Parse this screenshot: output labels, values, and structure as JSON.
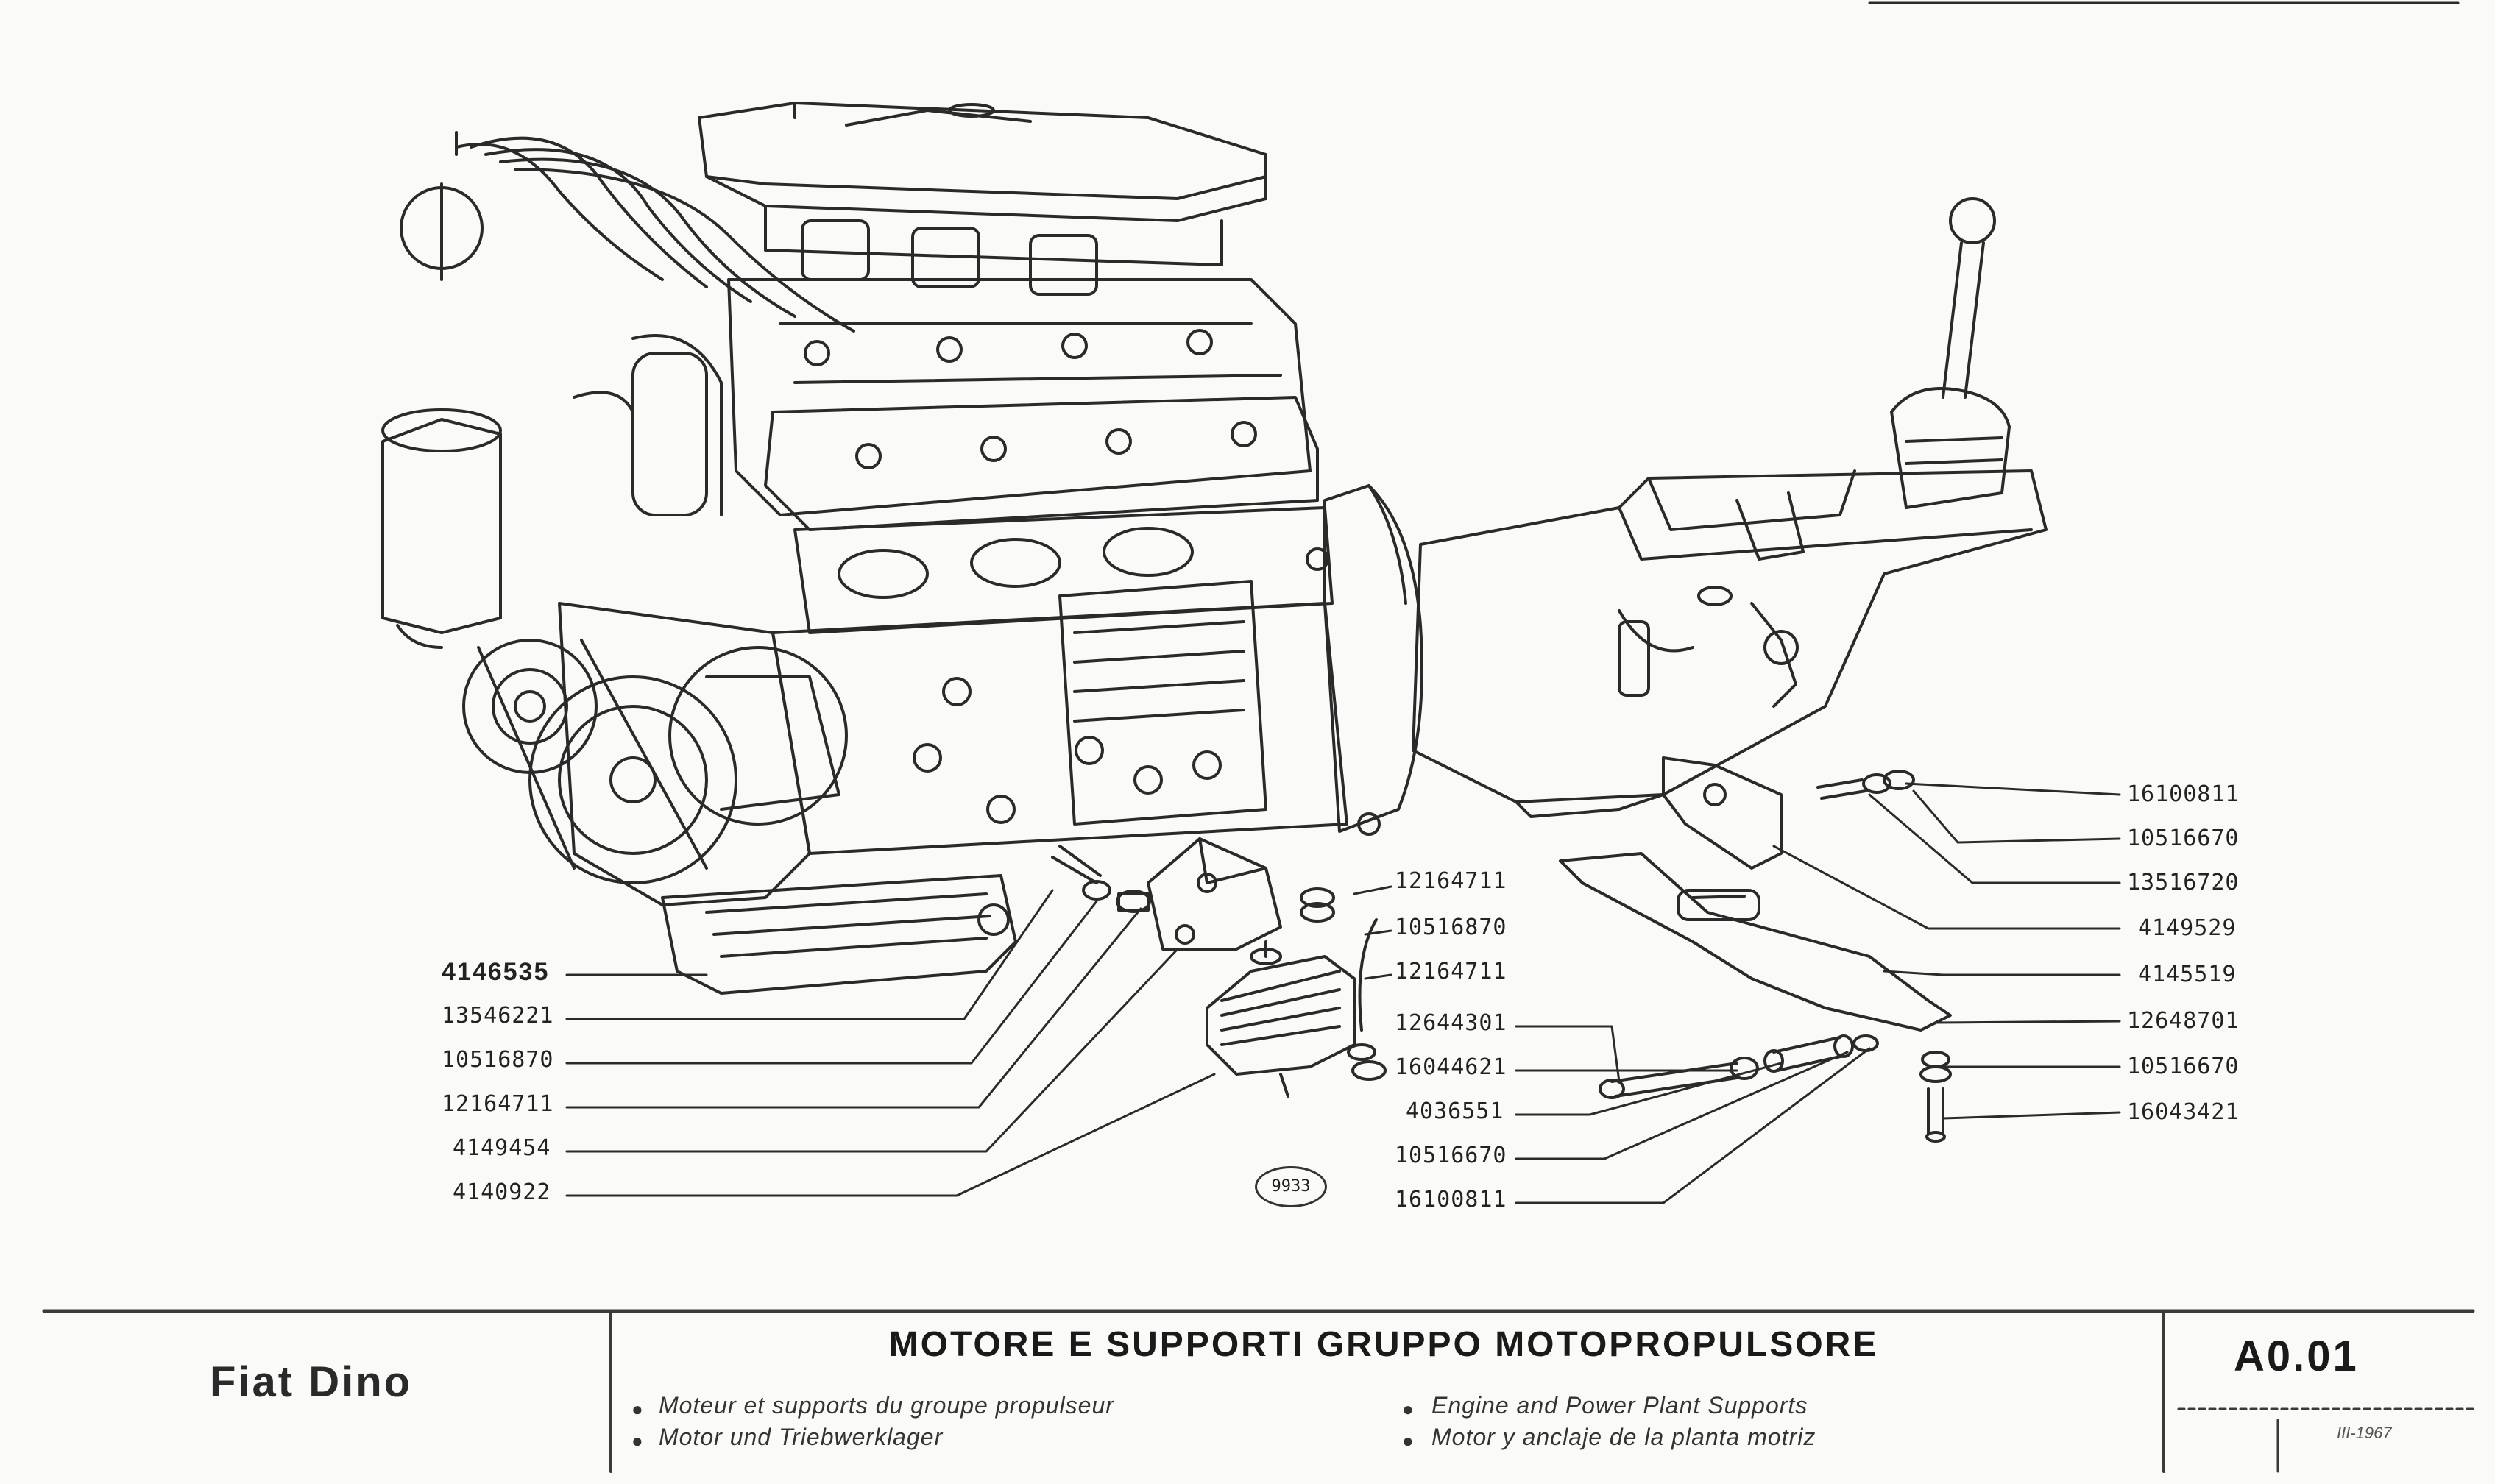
{
  "document": {
    "model": "Fiat Dino",
    "title": "MOTORE E SUPPORTI GRUPPO MOTOPROPULSORE",
    "translations": {
      "fr": "Moteur et supports du groupe propulseur",
      "de": "Motor und Triebwerklager",
      "en": "Engine and Power Plant Supports",
      "es": "Motor y anclaje de la planta motriz"
    },
    "sheet_code": "A0.01",
    "date": "III-1967",
    "drawing_ref": "9933"
  },
  "part_numbers": {
    "left": [
      "4146535",
      "13546221",
      "10516870",
      "12164711",
      "4149454",
      "4140922"
    ],
    "center": [
      "12164711",
      "10516870",
      "12164711",
      "12644301",
      "16044621",
      "4036551",
      "10516670",
      "16100811"
    ],
    "right": [
      "16100811",
      "10516670",
      "13516720",
      "4149529",
      "4145519",
      "12648701",
      "10516670",
      "16043421"
    ]
  }
}
